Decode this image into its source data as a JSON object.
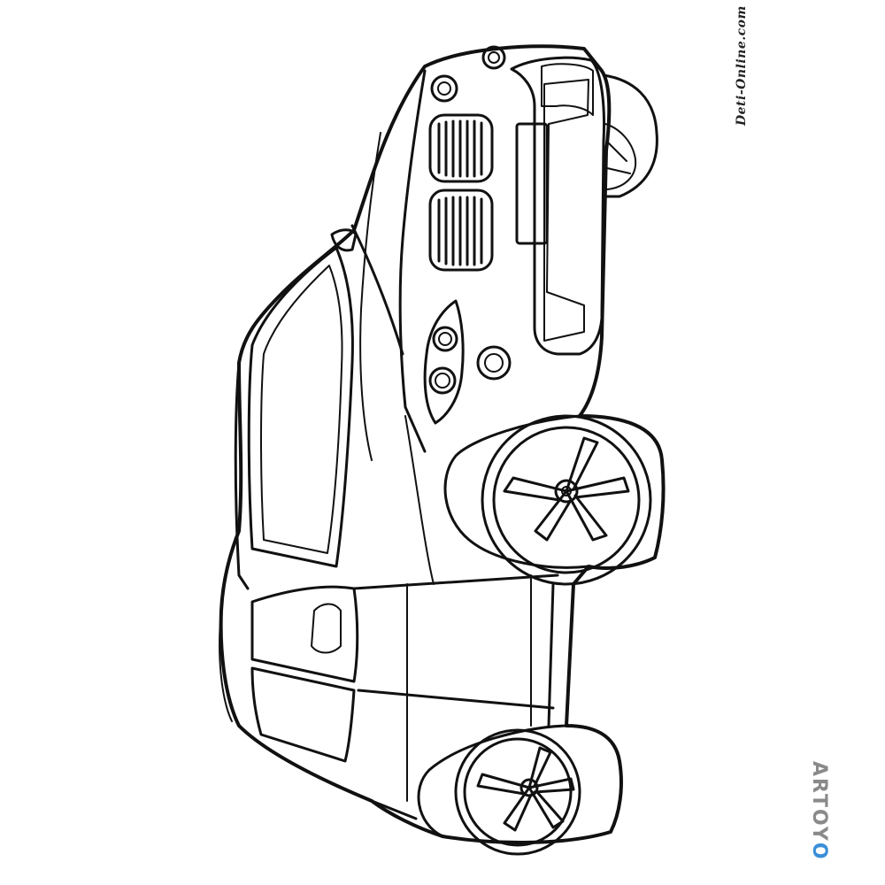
{
  "watermark": {
    "site": "Deti-Online.com"
  },
  "brand": {
    "main": "ARTOY",
    "accent": "O",
    "accent_color": "#3a8fd8",
    "text_color": "#8a8a8a"
  },
  "artwork": {
    "subject": "coloring page line drawing of an SUV car",
    "line_color": "#111111",
    "background_color": "#ffffff"
  }
}
